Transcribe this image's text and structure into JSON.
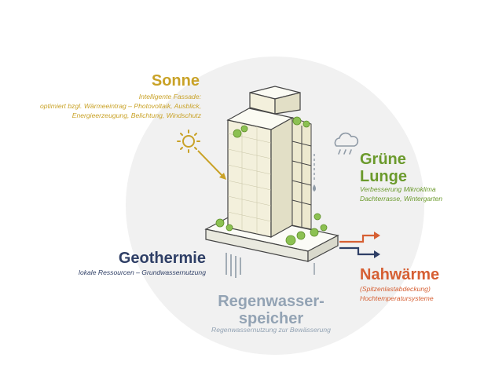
{
  "sonne": {
    "title": "Sonne",
    "lines": [
      "Intelligente Fassade:",
      "optimiert bzgl. Wärmeeintrag – Photovoltaik, Ausblick,",
      "Energieerzeugung, Belichtung, Windschutz"
    ]
  },
  "gruene_lunge": {
    "title_lines": [
      "Grüne",
      "Lunge"
    ],
    "lines": [
      "Verbesserung Mikroklima",
      "Dachterrasse, Wintergarten"
    ]
  },
  "geothermie": {
    "title": "Geothermie",
    "lines": [
      "lokale Ressourcen – Grundwassernutzung"
    ]
  },
  "nahwaerme": {
    "title": "Nahwärme",
    "lines": [
      "(Spitzenlastabdeckung)",
      "Hochtemperatursysteme"
    ]
  },
  "regenwasserspeicher": {
    "title_lines": [
      "Regenwasser-",
      "speicher"
    ],
    "lines": [
      "Regenwassernutzung zur Bewässerung"
    ]
  },
  "colors": {
    "sonne": "#c9a227",
    "gruen": "#6b9a2c",
    "geothermie": "#2f3f66",
    "nahwaerme": "#d65f33",
    "regen": "#93a3b4",
    "background_circle": "#f1f1f1",
    "outline": "#444444"
  },
  "icons": [
    "sun-icon",
    "rain-cloud-icon",
    "geothermal-probe-icon",
    "heat-arrow-icon",
    "cold-arrow-icon",
    "water-drop-icon"
  ]
}
